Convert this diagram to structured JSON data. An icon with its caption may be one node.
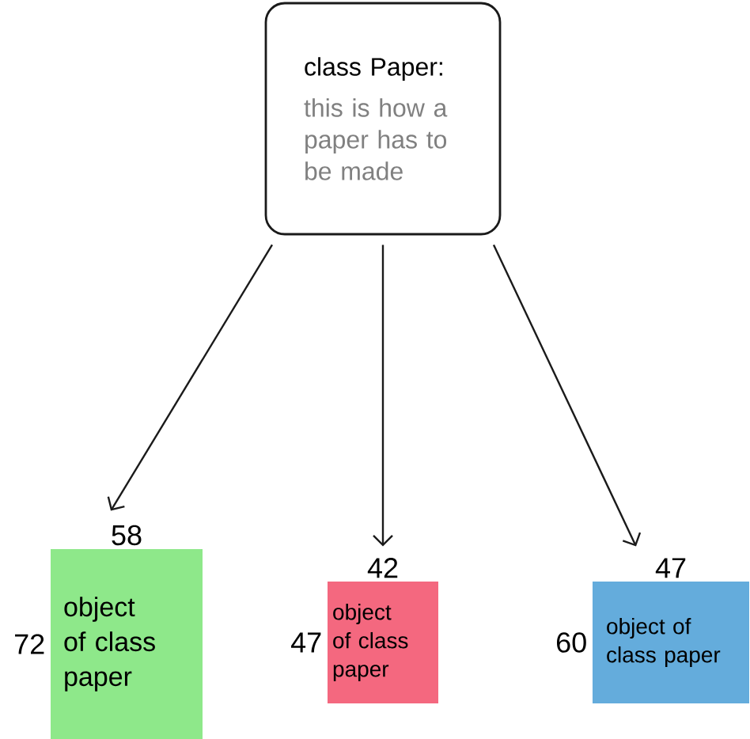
{
  "diagram": {
    "nodes": [
      {
        "text": [
          "class Paper:",
          "this is how a paper has to be made"
        ]
      },
      {
        "text": [
          "object of class paper"
        ],
        "beside": [
          "58",
          "72"
        ]
      },
      {
        "text": [
          "object of class paper"
        ],
        "beside": [
          "42",
          "47"
        ]
      },
      {
        "text": [
          "object of class paper"
        ],
        "beside": [
          "47",
          "60"
        ]
      }
    ],
    "edges": [
      {
        "from": 0,
        "to": 1,
        "arrow": "to"
      },
      {
        "from": 0,
        "to": 2,
        "arrow": "to"
      },
      {
        "from": 0,
        "to": 3,
        "arrow": "to"
      }
    ]
  }
}
